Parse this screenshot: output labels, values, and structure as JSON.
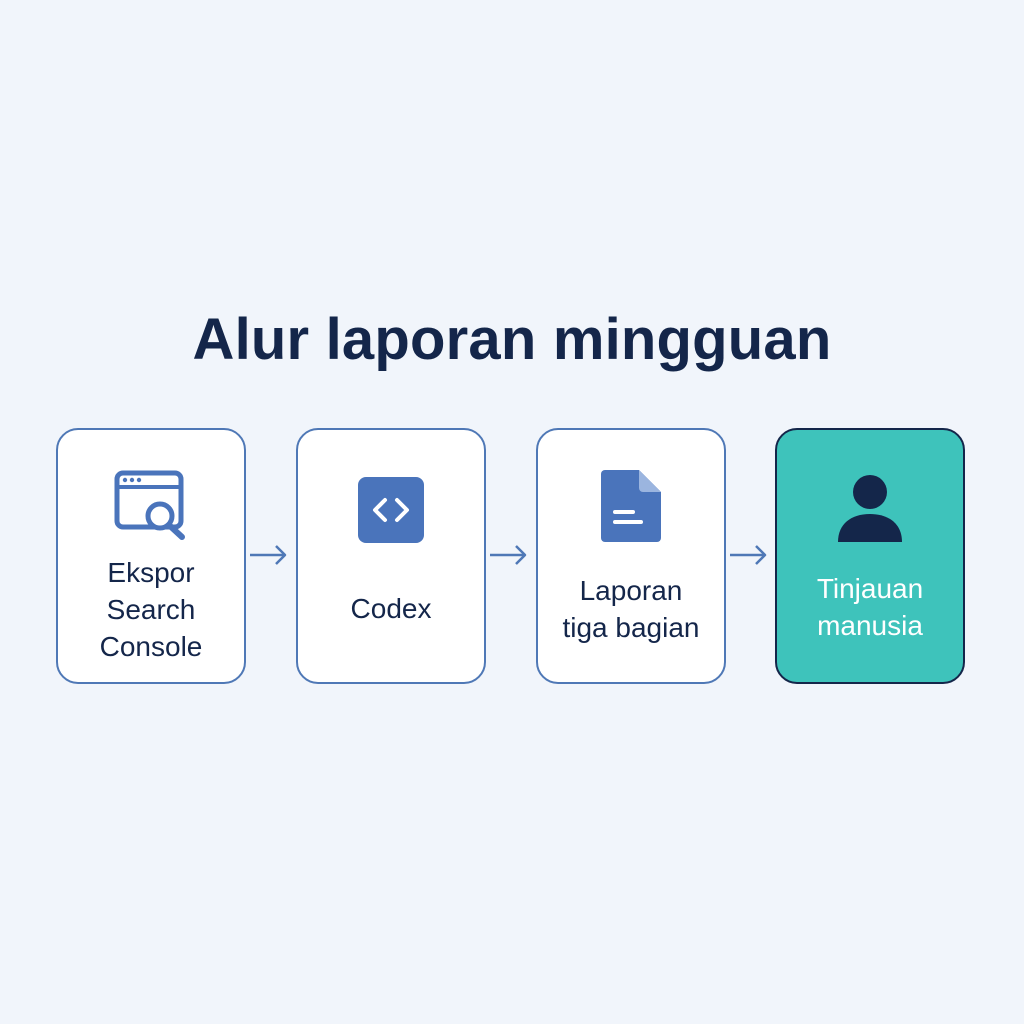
{
  "title": "Alur laporan mingguan",
  "steps": [
    {
      "lines": [
        "Ekspor",
        "Search",
        "Console"
      ],
      "icon": "browser-search-icon"
    },
    {
      "lines": [
        "Codex"
      ],
      "icon": "code-icon"
    },
    {
      "lines": [
        "Laporan",
        "tiga bagian"
      ],
      "icon": "document-icon"
    },
    {
      "lines": [
        "Tinjauan",
        "manusia"
      ],
      "icon": "person-icon"
    }
  ],
  "colors": {
    "background": "#f1f5fb",
    "title": "#14264a",
    "card_border": "#4f78b6",
    "icon_blue": "#4a74bb",
    "accent_fill": "#3ec3bb",
    "accent_border": "#14264a"
  }
}
